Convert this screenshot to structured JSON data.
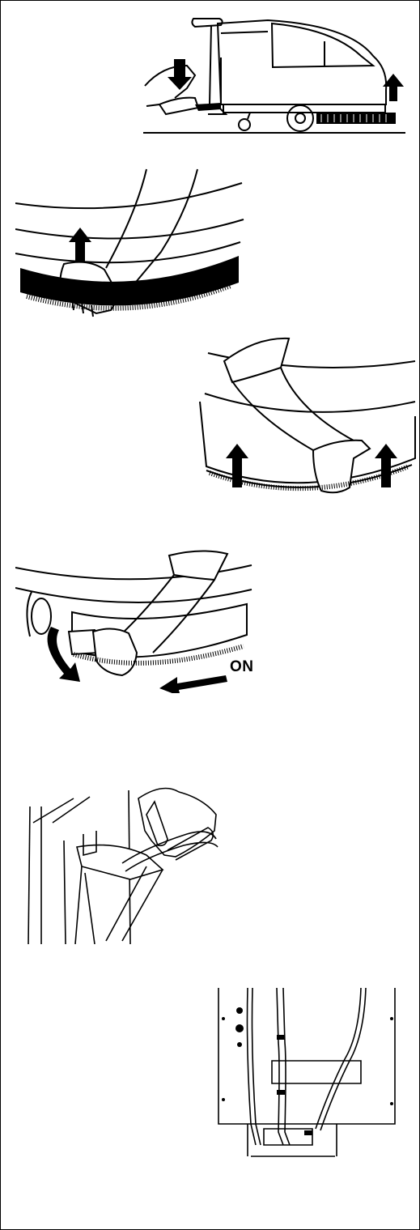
{
  "document": {
    "figures": [
      {
        "id": "fig1",
        "description_icon": "scrubber-pedal-lift-icon"
      },
      {
        "id": "fig2",
        "description_icon": "brush-removal-icon"
      },
      {
        "id": "fig3",
        "description_icon": "pad-driver-lift-icon"
      },
      {
        "id": "fig4",
        "description_icon": "brush-install-rotate-icon"
      },
      {
        "id": "fig5",
        "description_icon": "hose-pull-icon"
      },
      {
        "id": "fig6",
        "description_icon": "hose-routing-icon"
      }
    ],
    "labels": {
      "rotation_direction": "ON"
    },
    "colors": {
      "ink": "#000000",
      "paper": "#ffffff"
    }
  }
}
